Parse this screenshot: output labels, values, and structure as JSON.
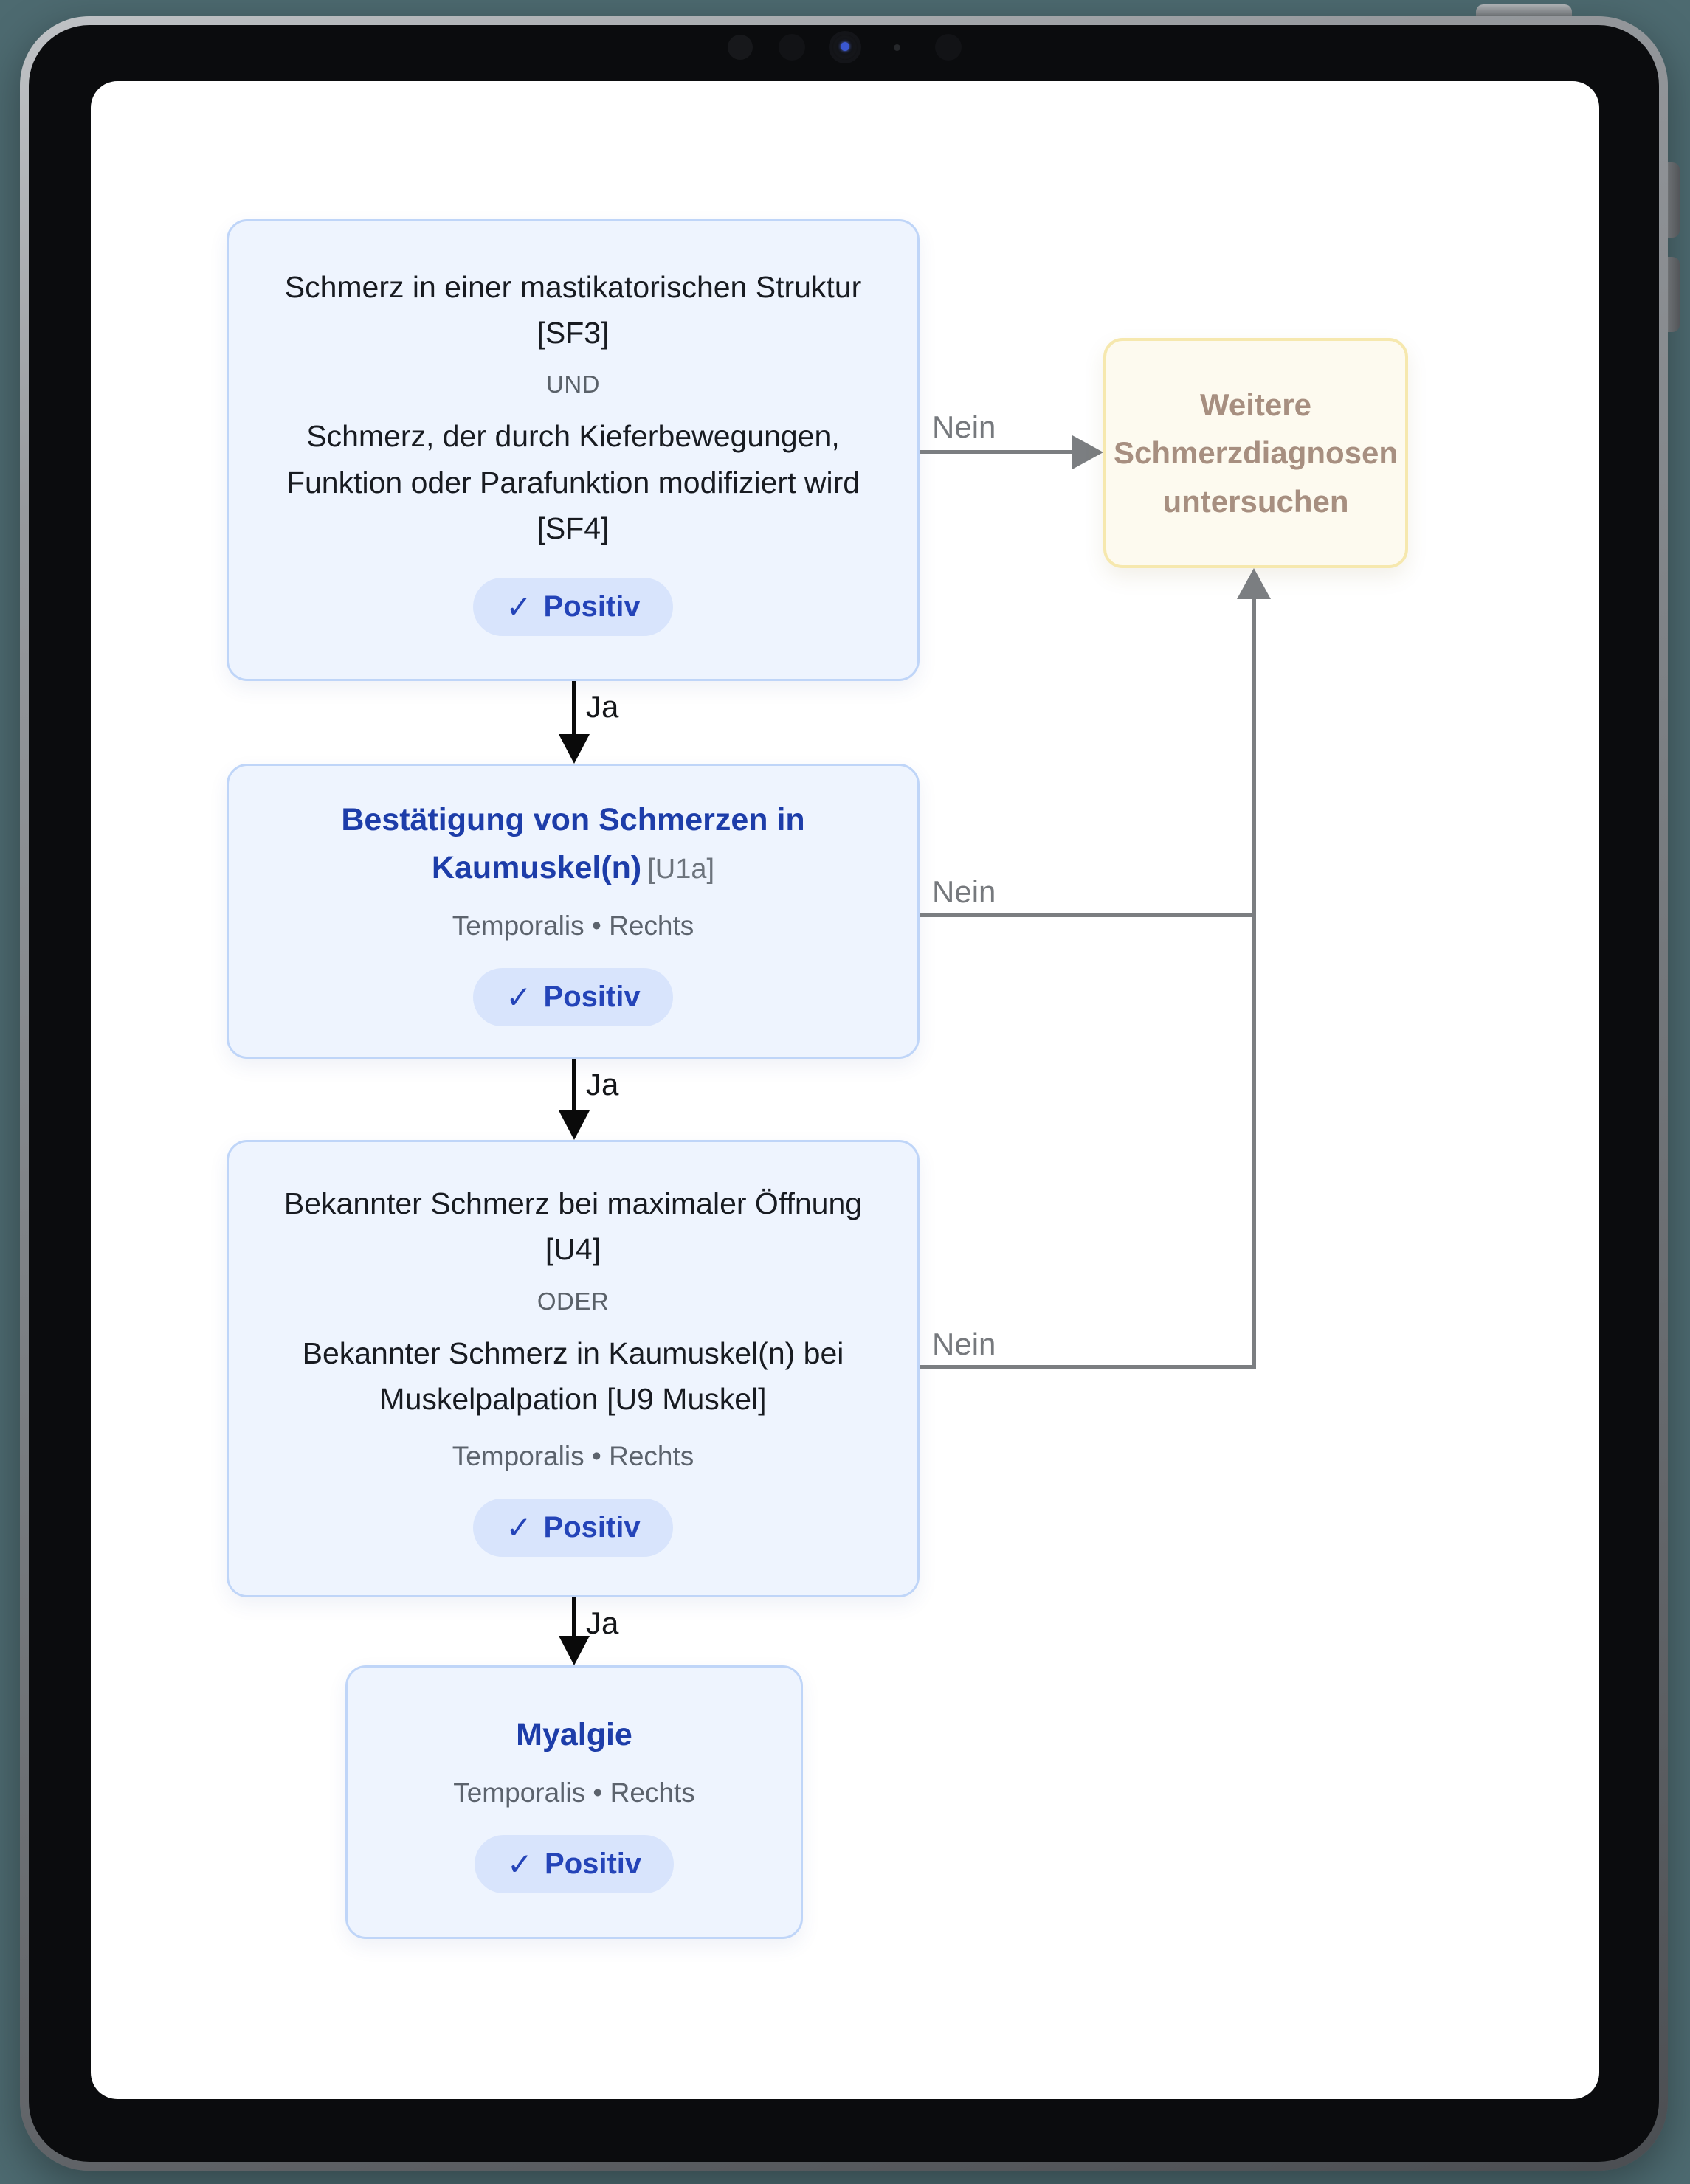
{
  "colors": {
    "background": "#4d6a70",
    "node_bg": "#eef4fe",
    "node_border": "#bfd5f8",
    "badge_bg": "#d8e4fc",
    "badge_text": "#2444b8",
    "accent_blue": "#1d3da9",
    "warn_bg": "#fdfaef",
    "warn_border": "#f6e8ae",
    "warn_text": "#a78f80",
    "line_gray": "#7b7e81",
    "text_dark": "#181b21",
    "text_gray": "#5c636d"
  },
  "flowchart": {
    "edge_labels": {
      "yes": "Ja",
      "no": "Nein"
    },
    "nodes": {
      "screening": {
        "line1": "Schmerz in einer mastikatorischen Struktur [SF3]",
        "operator": "UND",
        "line2": "Schmerz, der durch Kieferbewegungen, Funktion oder Parafunktion modifiziert wird [SF4]",
        "badge_icon": "✓",
        "badge_label": "Positiv"
      },
      "confirmation": {
        "title": "Bestätigung von Schmerzen in Kaumuskel(n)",
        "code": "[U1a]",
        "subtitle": "Temporalis • Rechts",
        "badge_icon": "✓",
        "badge_label": "Positiv"
      },
      "examination": {
        "line1": "Bekannter Schmerz bei maximaler Öffnung [U4]",
        "operator": "ODER",
        "line2": "Bekannter Schmerz in Kaumuskel(n) bei Muskelpalpation [U9 Muskel]",
        "subtitle": "Temporalis • Rechts",
        "badge_icon": "✓",
        "badge_label": "Positiv"
      },
      "diagnosis": {
        "title": "Myalgie",
        "subtitle": "Temporalis • Rechts",
        "badge_icon": "✓",
        "badge_label": "Positiv"
      },
      "referral": {
        "label": "Weitere Schmerzdiagnosen untersuchen"
      }
    }
  }
}
